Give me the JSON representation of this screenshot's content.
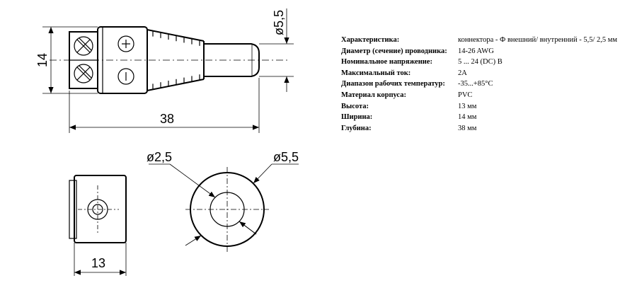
{
  "dimensions": {
    "diameter_outer_top": "ø5,5",
    "height": "14",
    "length": "38",
    "diameter_inner": "ø2,5",
    "diameter_outer": "ø5,5",
    "width": "13"
  },
  "specs": [
    {
      "label": "Характеристика:",
      "value": "коннектора - Ф внешний/ внутренний - 5,5/ 2,5 мм"
    },
    {
      "label": "Диаметр (сечение) проводника:",
      "value": "14-26 AWG"
    },
    {
      "label": "Номинальное напряжение:",
      "value": "5 ... 24 (DC) В"
    },
    {
      "label": "Максимальный ток:",
      "value": "2A"
    },
    {
      "label": "Диапазон рабочих температур:",
      "value": "-35...+85°C"
    },
    {
      "label": "Материал корпуса:",
      "value": "PVC"
    },
    {
      "label": "Высота:",
      "value": "13 мм"
    },
    {
      "label": "Ширина:",
      "value": "14 мм"
    },
    {
      "label": "Глубина:",
      "value": "38 мм"
    }
  ]
}
